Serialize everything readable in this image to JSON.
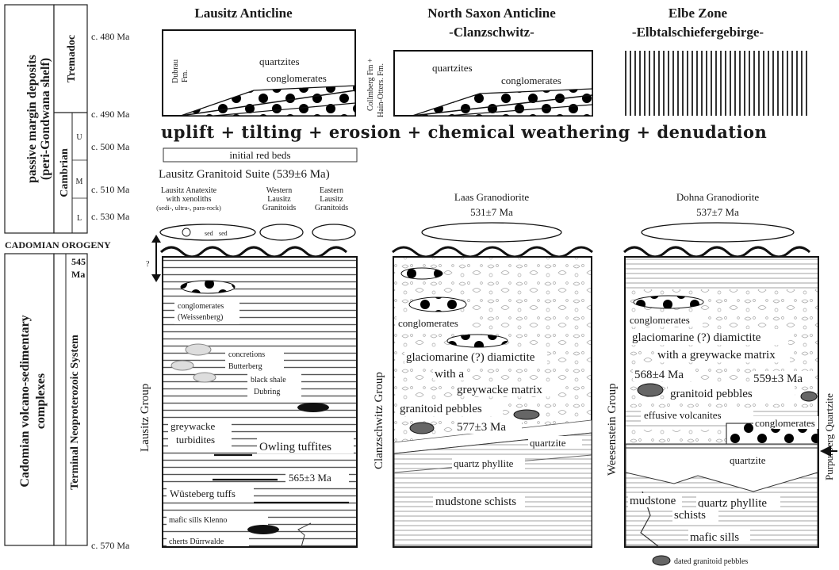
{
  "columns": {
    "lausitz": {
      "title": "Lausitz Anticline"
    },
    "north_saxon": {
      "title": "North Saxon Anticline",
      "subtitle": "-Clanzschwitz-"
    },
    "elbe": {
      "title": "Elbe Zone",
      "subtitle": "-Elbtalschiefergebirge-"
    }
  },
  "ages": [
    "c. 480 Ma",
    "c. 490 Ma",
    "c. 500 Ma",
    "c. 510 Ma",
    "c. 530 Ma",
    "545",
    "Ma",
    "c. 570 Ma"
  ],
  "left_labels": {
    "passive_margin_1": "passive margin deposits",
    "passive_margin_2": "(peri-Gondwana shelf)",
    "tremadoc": "Tremadoc",
    "cambrian": "Cambrian",
    "cambrian_u": "U",
    "cambrian_m": "M",
    "cambrian_l": "L",
    "cadomian_orogeny": "CADOMIAN OROGENY",
    "question": "?",
    "cadomian_complex_1": "Cadomian volcano-sedimentary",
    "cadomian_complex_2": "complexes",
    "neoproterozoic": "Terminal Neoproterozoic System"
  },
  "upper": {
    "dubrau": "Dubrau",
    "dubrau_fm": "Fm.",
    "quartzites_1": "quartzites",
    "conglomerates_1": "conglomerates",
    "collmberg": "Collmberg Fm +",
    "hain_otters": "Hain-Otters. Fm.",
    "quartzites_2": "quartzites",
    "conglomerates_2": "conglomerates"
  },
  "uplift": "uplift + tilting + erosion + chemical weathering + denudation",
  "red_beds": "initial red beds",
  "granitoids": {
    "suite": "Lausitz Granitoid Suite (539±6 Ma)",
    "anatexite_1": "Lausitz Anatexite",
    "anatexite_2": "with xenoliths",
    "anatexite_3": "(sedi-, ultra-, para-rock)",
    "western_1": "Western",
    "western_2": "Lausitz",
    "western_3": "Granitoids",
    "eastern_1": "Eastern",
    "eastern_2": "Lausitz",
    "eastern_3": "Granitoids",
    "xen1": "sed",
    "xen2": "sed",
    "laas_name": "Laas Granodiorite",
    "laas_age": "531±7 Ma",
    "dohna_name": "Dohna Granodiorite",
    "dohna_age": "537±7 Ma"
  },
  "lausitz_group": {
    "group": "Lausitz Group",
    "cong_1": "conglomerates",
    "cong_2": "(Weissenberg)",
    "conc_1": "concretions",
    "conc_2": "Butterberg",
    "black_1": "black shale",
    "black_2": "Dubring",
    "grey_1": "greywacke",
    "grey_2": "turbidites",
    "owling": "Owling tuffites",
    "age": "565±3 Ma",
    "wustenberg": "Wüsteberg tuffs",
    "mafic": "mafic sills Klenno",
    "cherts": "cherts Dürrwalde"
  },
  "clanz_group": {
    "group": "Clanzschwitz Group",
    "cong": "conglomerates",
    "glacio": "glaciomarine (?) diamictite",
    "with_a": "with a",
    "grey_matrix": "greywacke matrix",
    "pebbles": "granitoid pebbles",
    "age": "577±3 Ma",
    "quartzite": "quartzite",
    "phyllite": "quartz phyllite",
    "mudstone": "mudstone schists"
  },
  "weesen_group": {
    "group": "Weesenstein Group",
    "cong_1": "conglomerates",
    "glacio": "glaciomarine (?) diamictite",
    "with_a": "with a greywacke matrix",
    "age_1": "568±4 Ma",
    "age_2": "559±3 Ma",
    "pebbles": "granitoid pebbles",
    "volcanites": "effusive volcanites",
    "cong_2": "conglomerates",
    "quartzite": "quartzite",
    "mudstone": "mudstone",
    "schists": "schists",
    "phyllite": "quartz phyllite",
    "mafic": "mafic sills",
    "purpurberg": "Purpurberg Quartzite"
  },
  "legend": {
    "dated_pebbles": "dated granitoid pebbles"
  }
}
